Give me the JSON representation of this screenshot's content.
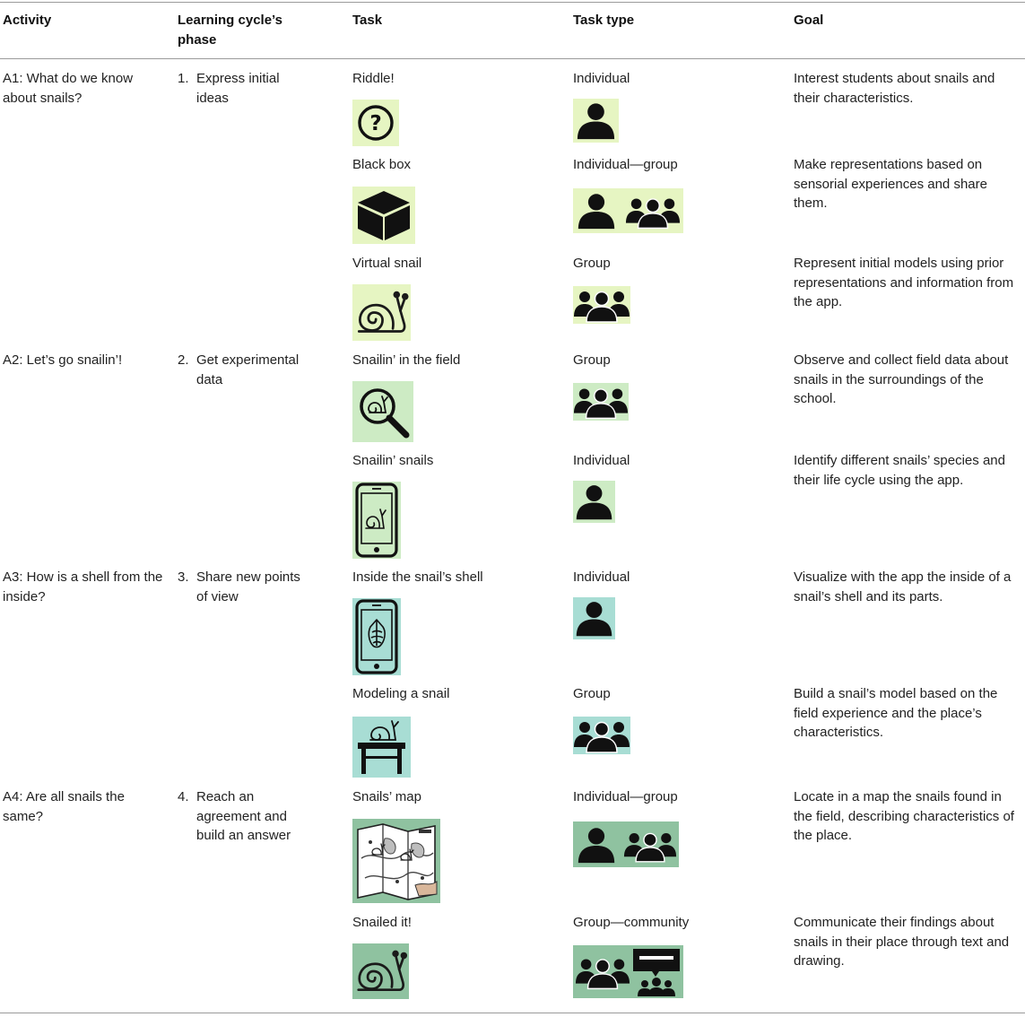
{
  "colors": {
    "phase1_bg": "#e6f5c2",
    "phase2_bg": "#cdebc4",
    "phase3_bg": "#a8ddd4",
    "phase4_bg": "#8fc2a0",
    "ink": "#111111"
  },
  "header": {
    "activity": "Activity",
    "phase": "Learning cycle’s phase",
    "task": "Task",
    "task_type": "Task type",
    "goal": "Goal"
  },
  "rows": [
    {
      "activity": "A1: What do we know about snails?",
      "phase_num": "1.",
      "phase_text": "Express initial ideas",
      "tasks": [
        {
          "task": "Riddle!",
          "task_icon": "question-circle-icon",
          "type": "Individual",
          "type_icon": "person-icon",
          "goal": "Interest students about snails and their characteristics."
        },
        {
          "task": "Black box",
          "task_icon": "black-box-icon",
          "type": "Individual—group",
          "type_icon": "person-and-group-icon",
          "goal": "Make representations based on sensorial experiences and share them."
        },
        {
          "task": "Virtual snail",
          "task_icon": "snail-icon",
          "type": "Group",
          "type_icon": "group-icon",
          "goal": "Represent initial models using prior representations and information from the app."
        }
      ]
    },
    {
      "activity": "A2: Let’s go snailin’!",
      "phase_num": "2.",
      "phase_text": "Get experimental data",
      "tasks": [
        {
          "task": "Snailin’ in the field",
          "task_icon": "magnifier-snail-icon",
          "type": "Group",
          "type_icon": "group-icon",
          "goal": "Observe and collect field data about snails in the surroundings of the school."
        },
        {
          "task": "Snailin’ snails",
          "task_icon": "phone-snail-icon",
          "type": "Individual",
          "type_icon": "person-icon",
          "goal": "Identify different snails’ species and their life cycle using the app."
        }
      ]
    },
    {
      "activity": "A3: How is a shell from the inside?",
      "phase_num": "3.",
      "phase_text": "Share new points of view",
      "tasks": [
        {
          "task": "Inside the snail’s shell",
          "task_icon": "phone-shell-icon",
          "type": "Individual",
          "type_icon": "person-icon",
          "goal": "Visualize with the app the inside of a snail’s shell and its parts."
        },
        {
          "task": "Modeling a snail",
          "task_icon": "snail-on-table-icon",
          "type": "Group",
          "type_icon": "group-icon",
          "goal": "Build a snail’s model based on the field experience and the place’s characteristics."
        }
      ]
    },
    {
      "activity": "A4: Are all snails the same?",
      "phase_num": "4.",
      "phase_text": "Reach an agreement and build an answer",
      "tasks": [
        {
          "task": "Snails’ map",
          "task_icon": "snail-map-icon",
          "type": "Individual—group",
          "type_icon": "person-and-group-icon",
          "goal": "Locate in a map the snails found in the field, describing characteristics of the place."
        },
        {
          "task": "Snailed it!",
          "task_icon": "snail-icon",
          "type": "Group—community",
          "type_icon": "group-community-icon",
          "goal": "Communicate their findings about snails in their place through text and drawing."
        }
      ]
    }
  ]
}
